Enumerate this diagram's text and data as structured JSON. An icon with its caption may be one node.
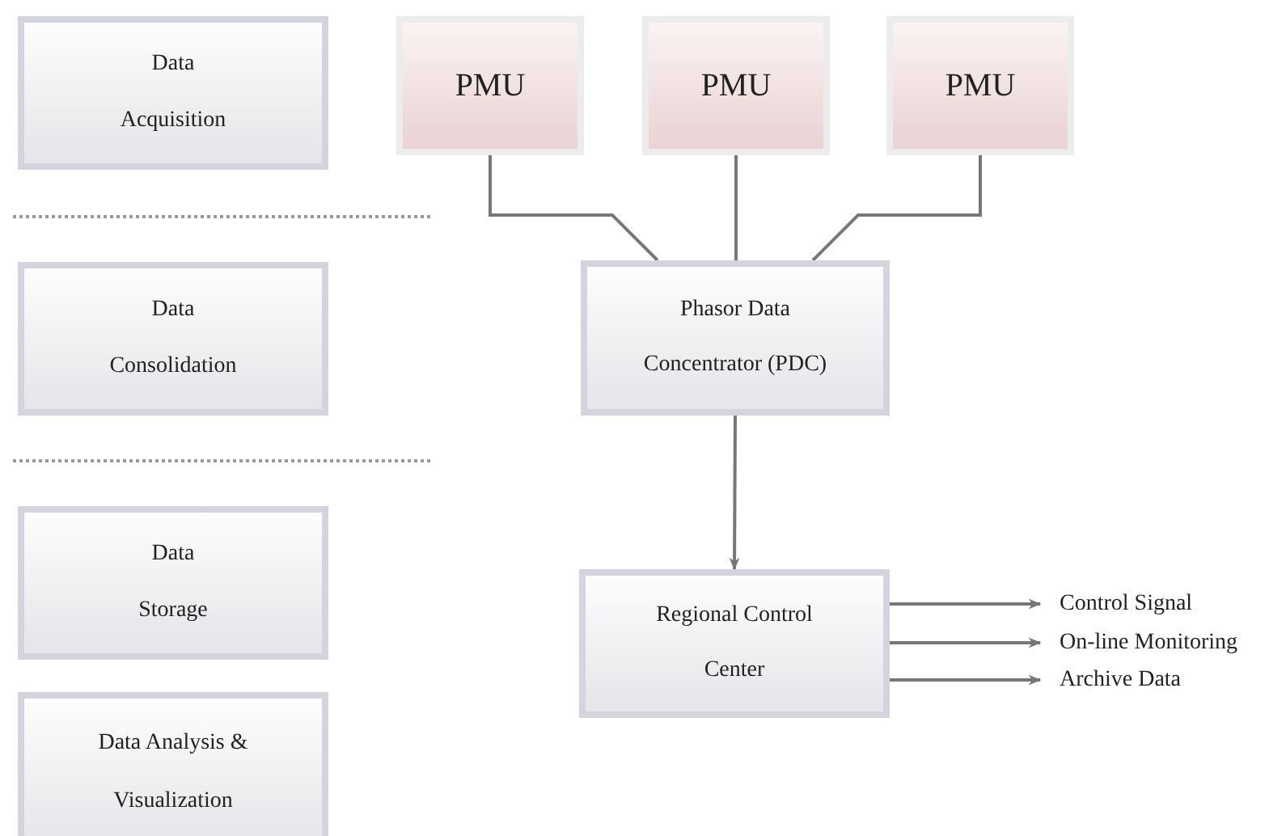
{
  "diagram": {
    "nodes": [
      {
        "text": [
          "Data",
          "Acquisition"
        ]
      },
      {
        "text": [
          "Data",
          "Consolidation"
        ]
      },
      {
        "text": [
          "Data",
          "Storage"
        ]
      },
      {
        "text": [
          "Data Analysis &",
          "Visualization"
        ]
      },
      {
        "text": [
          "PMU"
        ]
      },
      {
        "text": [
          "PMU"
        ]
      },
      {
        "text": [
          "PMU"
        ]
      },
      {
        "text": [
          "Phasor Data",
          "Concentrator (PDC)"
        ]
      },
      {
        "text": [
          "Regional Control",
          "Center"
        ]
      },
      {
        "text": [
          "Control Signal"
        ]
      },
      {
        "text": [
          "On-line Monitoring"
        ]
      },
      {
        "text": [
          "Archive Data"
        ]
      }
    ],
    "edges": [
      {
        "from": 4,
        "to": 7,
        "arrow": "none"
      },
      {
        "from": 5,
        "to": 7,
        "arrow": "none"
      },
      {
        "from": 6,
        "to": 7,
        "arrow": "none"
      },
      {
        "from": 7,
        "to": 8,
        "arrow": "to"
      },
      {
        "from": 8,
        "to": 9,
        "arrow": "to"
      },
      {
        "from": 8,
        "to": 10,
        "arrow": "to"
      },
      {
        "from": 8,
        "to": 11,
        "arrow": "to"
      }
    ]
  }
}
